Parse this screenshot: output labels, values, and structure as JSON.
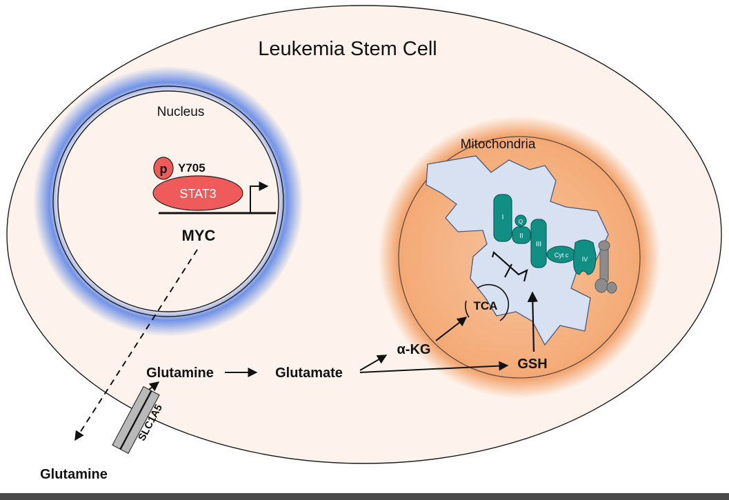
{
  "cell": {
    "title": "Leukemia Stem Cell"
  },
  "nucleus": {
    "label": "Nucleus",
    "phospho_label": "p",
    "site_label": "Y705",
    "stat3_label": "STAT3",
    "gene_label": "MYC"
  },
  "mitochondria": {
    "label": "Mitochondria",
    "complexes": {
      "c1": "I",
      "q": "Q",
      "c2": "II",
      "c3": "III",
      "cytc": "Cyt c",
      "c4": "IV"
    },
    "tca_label": "TCA"
  },
  "metabolites": {
    "glutamine_inside": "Glutamine",
    "glutamate": "Glutamate",
    "akg": "α-KG",
    "gsh": "GSH",
    "glutamine_outside": "Glutamine"
  },
  "transporter": {
    "label": "SLC1A5"
  },
  "colors": {
    "cell_fill": "#fdf3ec",
    "nucleus_glow": "#6a8ee6",
    "stat3": "#ef5b5b",
    "mito_glow": "#f29a5e",
    "mito_inner": "#d7e1f2",
    "complex": "#118f84",
    "transporter": "#b9b9b9"
  }
}
